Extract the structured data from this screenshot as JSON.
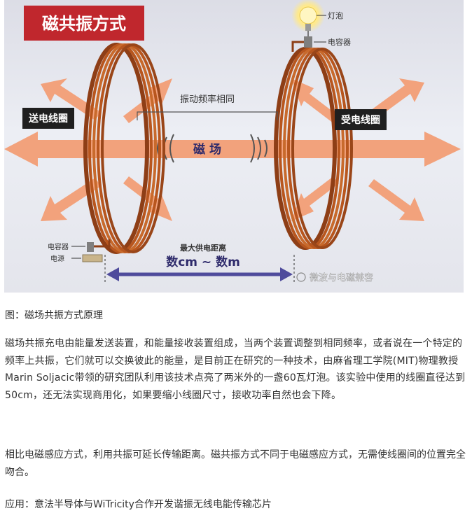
{
  "figure": {
    "title": "磁共振方式",
    "label_sender_coil": "送电线圈",
    "label_receiver_coil": "受电线圈",
    "label_same_frequency": "振动频率相同",
    "label_magnetic_field": "磁 场",
    "label_bulb": "灯泡",
    "label_capacitor_right": "电容器",
    "label_capacitor_left": "电容器",
    "label_power_source": "电源",
    "label_max_distance": "最大供电距离",
    "label_distance_value": "数cm ~ 数m",
    "watermark": "微波与电磁兼容",
    "colors": {
      "title_bg": "#c0272d",
      "arrow": "#f2a27c",
      "coil": "#b8561e",
      "distance": "#4f4b9c"
    }
  },
  "caption": "图：磁场共振方式原理",
  "paragraphs": [
    "磁场共振充电由能量发送装置，和能量接收装置组成，当两个装置调整到相同频率，或者说在一个特定的频率上共振，它们就可以交换彼此的能量，是目前正在研究的一种技术，由麻省理工学院(MIT)物理教授Marin Soljacic带领的研究团队利用该技术点亮了两米外的一盏60瓦灯泡。该实验中使用的线圈直径达到50cm，还无法实现商用化，如果要缩小线圈尺寸，接收功率自然也会下降。",
    "相比电磁感应方式，利用共振可延长传输距离。磁共振方式不同于电磁感应方式，无需使线圈间的位置完全吻合。",
    "应用：意法半导体与WiTricity合作开发谐振无线电能传输芯片"
  ]
}
